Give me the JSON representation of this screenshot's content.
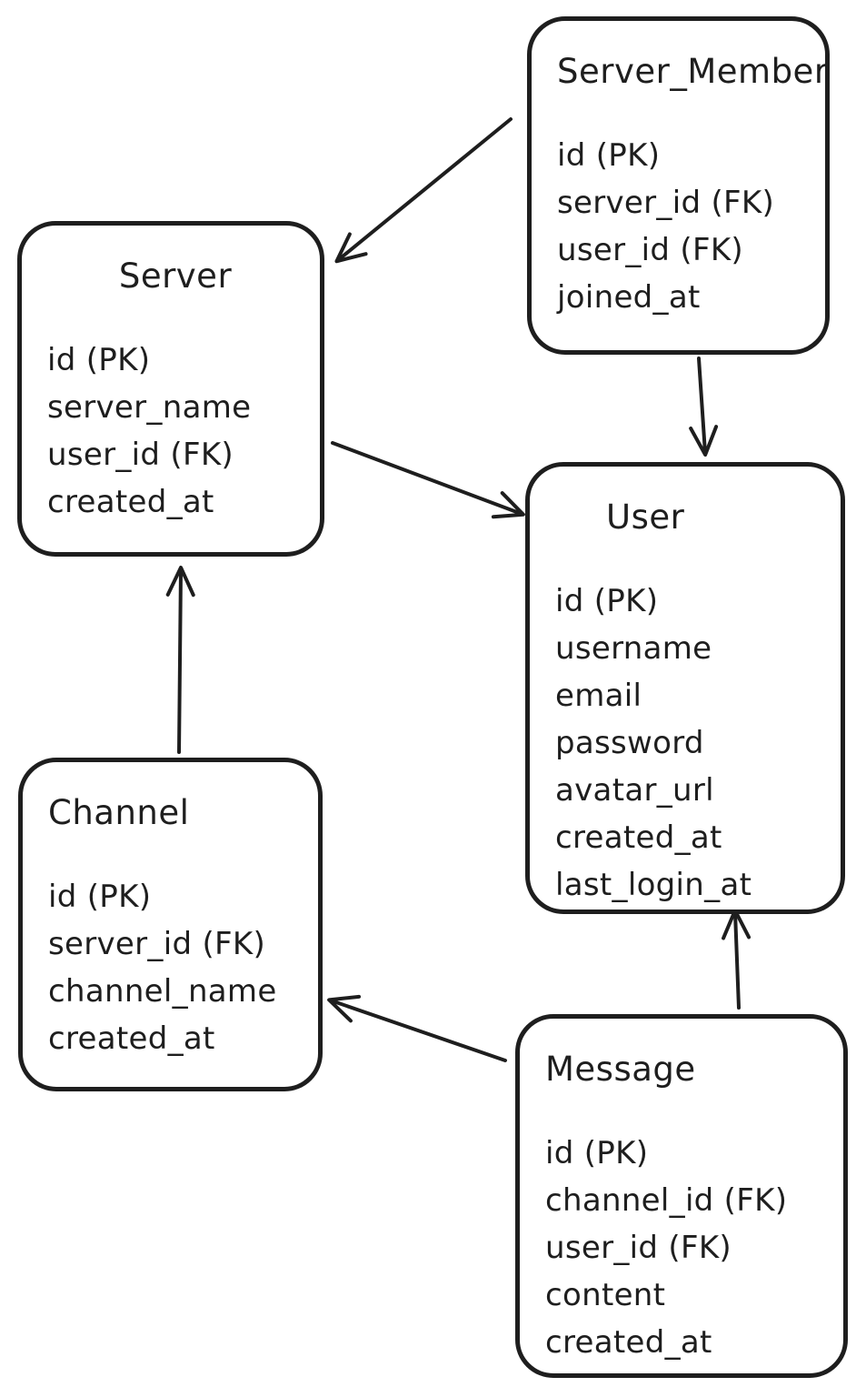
{
  "diagram": {
    "stroke_color": "#1e1e1e",
    "background_color": "#ffffff",
    "style": "hand-drawn entity-relationship diagram"
  },
  "entities": [
    {
      "title": "Server_Member",
      "fields": [
        "id (PK)",
        "server_id (FK)",
        "user_id (FK)",
        "joined_at"
      ]
    },
    {
      "title": "Server",
      "fields": [
        "id (PK)",
        "server_name",
        "user_id (FK)",
        "created_at"
      ]
    },
    {
      "title": "User",
      "fields": [
        "id (PK)",
        "username",
        "email",
        "password",
        "avatar_url",
        "created_at",
        "last_login_at"
      ]
    },
    {
      "title": "Channel",
      "fields": [
        "id (PK)",
        "server_id (FK)",
        "channel_name",
        "created_at"
      ]
    },
    {
      "title": "Message",
      "fields": [
        "id (PK)",
        "channel_id (FK)",
        "user_id (FK)",
        "content",
        "created_at"
      ]
    }
  ],
  "relations": [
    {
      "from": "Server_Member",
      "to": "Server"
    },
    {
      "from": "Server_Member",
      "to": "User"
    },
    {
      "from": "Server",
      "to": "User"
    },
    {
      "from": "Channel",
      "to": "Server"
    },
    {
      "from": "Message",
      "to": "Channel"
    },
    {
      "from": "Message",
      "to": "User"
    }
  ]
}
